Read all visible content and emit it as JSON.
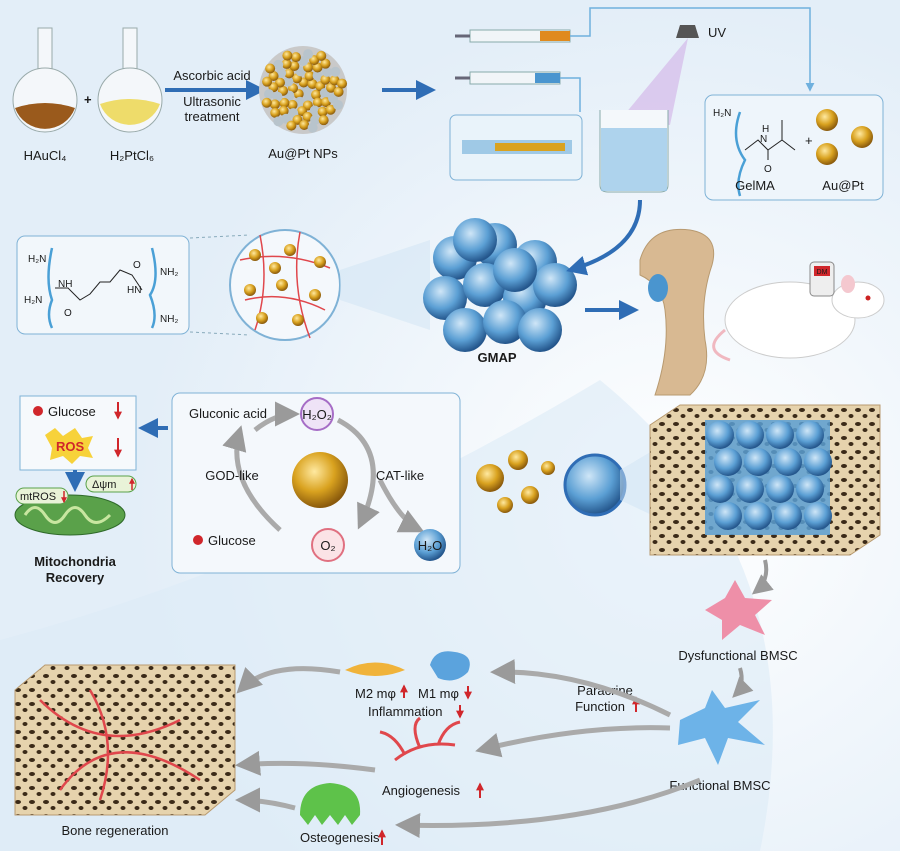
{
  "synthesis": {
    "precursor_1": "HAuCl₄",
    "plus": "+",
    "precursor_2": "H₂PtCl₆",
    "reagent": "Ascorbic acid",
    "condition_line1": "Ultrasonic",
    "condition_line2": "treatment",
    "product": "Au@Pt NPs"
  },
  "microfluidics": {
    "uv_label": "UV",
    "gelma_box": {
      "gelma_label": "GelMA",
      "plus": "+",
      "aupt_label": "Au@Pt",
      "h2n": "H₂N",
      "h": "H",
      "n": "N",
      "o": "O"
    }
  },
  "crosslink_structure": {
    "h2n_1": "H₂N",
    "h2n_2": "H₂N",
    "nh_1": "NH",
    "o_1": "O",
    "o_2": "O",
    "hn_1": "HN",
    "nh2_1": "NH₂",
    "nh2_2": "NH₂"
  },
  "gmap_label": "GMAP",
  "animal": {
    "glucometer_label": "DM"
  },
  "effects_box": {
    "glucose": "Glucose",
    "ros": "ROS"
  },
  "mitochondria": {
    "mtros": "mtROS",
    "delta_psi": "Δψm",
    "label_line1": "Mitochondria",
    "label_line2": "Recovery"
  },
  "cascade": {
    "gluconic_acid": "Gluconic acid",
    "h2o2": "H₂O₂",
    "god_like": "GOD-like",
    "cat_like": "CAT-like",
    "glucose": "Glucose",
    "o2": "O₂",
    "h2o": "H₂O"
  },
  "cells": {
    "dysfunctional": "Dysfunctional BMSC",
    "paracrine_line1": "Paracrine",
    "paracrine_line2": "Function",
    "functional": "Functional BMSC",
    "m2": "M2 mφ",
    "m1": "M1 mφ",
    "inflammation": "Inflammation",
    "angiogenesis": "Angiogenesis",
    "osteogenesis": "Osteogenesis",
    "bone_regeneration": "Bone regeneration"
  },
  "colors": {
    "arrow_blue": "#2f6db5",
    "up_down_red": "#d0262b",
    "gold": "#d9a21f",
    "gel_blue": "#4a95cf",
    "panel_border": "#7fb2d6"
  }
}
